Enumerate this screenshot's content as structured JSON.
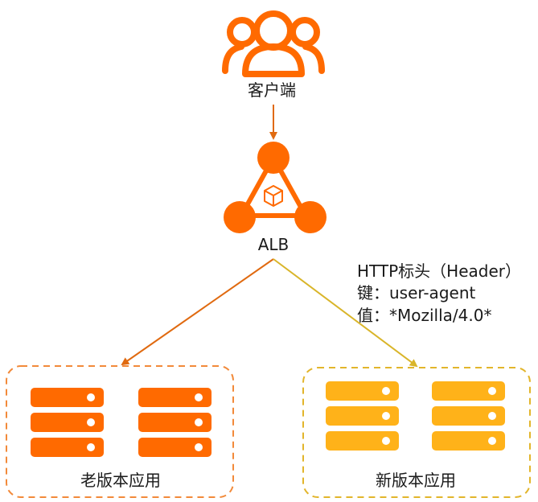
{
  "client": {
    "label": "客户端",
    "icon": "users-icon"
  },
  "alb": {
    "label": "ALB",
    "icon": "load-balancer-icon"
  },
  "rule": {
    "line1": "HTTP标头（Header）",
    "line2": "键：user-agent",
    "line3": "值：*Mozilla/4.0*"
  },
  "old_app": {
    "label": "老版本应用",
    "server_color": "#ff6a00",
    "border_color": "#f28a3a"
  },
  "new_app": {
    "label": "新版本应用",
    "server_color": "#ffb219",
    "border_color": "#e2b52b"
  },
  "colors": {
    "primary": "#ff6a00",
    "old_arrow": "#e06a10",
    "new_arrow": "#d9b52a",
    "client_arrow": "#e06a10"
  }
}
